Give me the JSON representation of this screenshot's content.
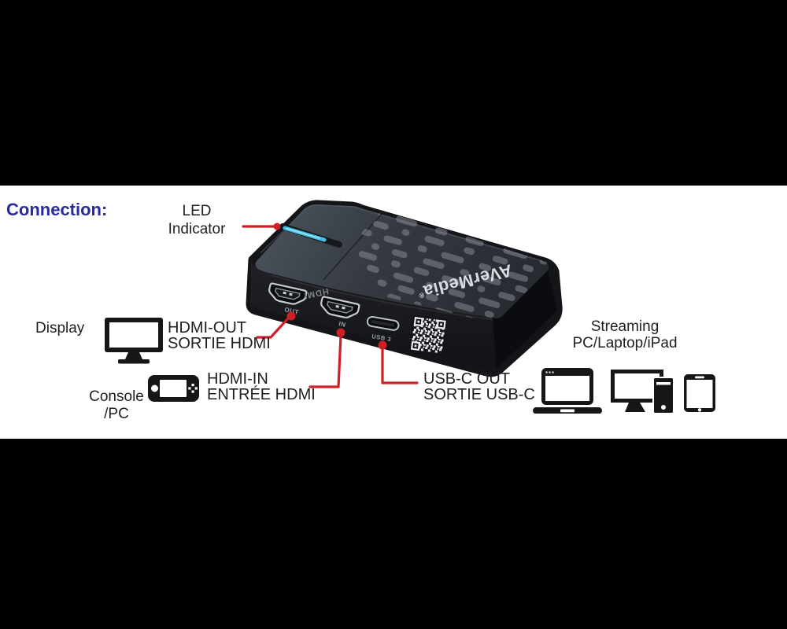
{
  "title": {
    "text": "Connection:",
    "color": "#2929a3"
  },
  "device": {
    "brand": "AVerMedia",
    "brand_mark": "®",
    "led_color": "#45c2ea",
    "labels": {
      "hdmi_print": "HDMI",
      "out": "OUT",
      "in": "IN",
      "usb": "USB 3"
    }
  },
  "callouts": {
    "color": "#cf1f26",
    "led": {
      "line1": "LED",
      "line2": "Indicator"
    },
    "hdmi_out": {
      "line1": "HDMI-OUT",
      "line2": "SORTIE HDMI"
    },
    "hdmi_in": {
      "line1": "HDMI-IN",
      "line2": "ENTRÉE HDMI"
    },
    "usb_out": {
      "line1": "USB-C OUT",
      "line2": "SORTIE USB-C"
    }
  },
  "endpoints": {
    "display": {
      "label": "Display",
      "icon": "monitor-icon"
    },
    "console": {
      "line1": "Console",
      "line2": "/PC",
      "icon": "handheld-console-icon"
    },
    "streaming": {
      "line1": "Streaming",
      "line2": "PC/Laptop/iPad",
      "icons": [
        "laptop-icon",
        "desktop-pc-icon",
        "tablet-icon"
      ]
    }
  }
}
